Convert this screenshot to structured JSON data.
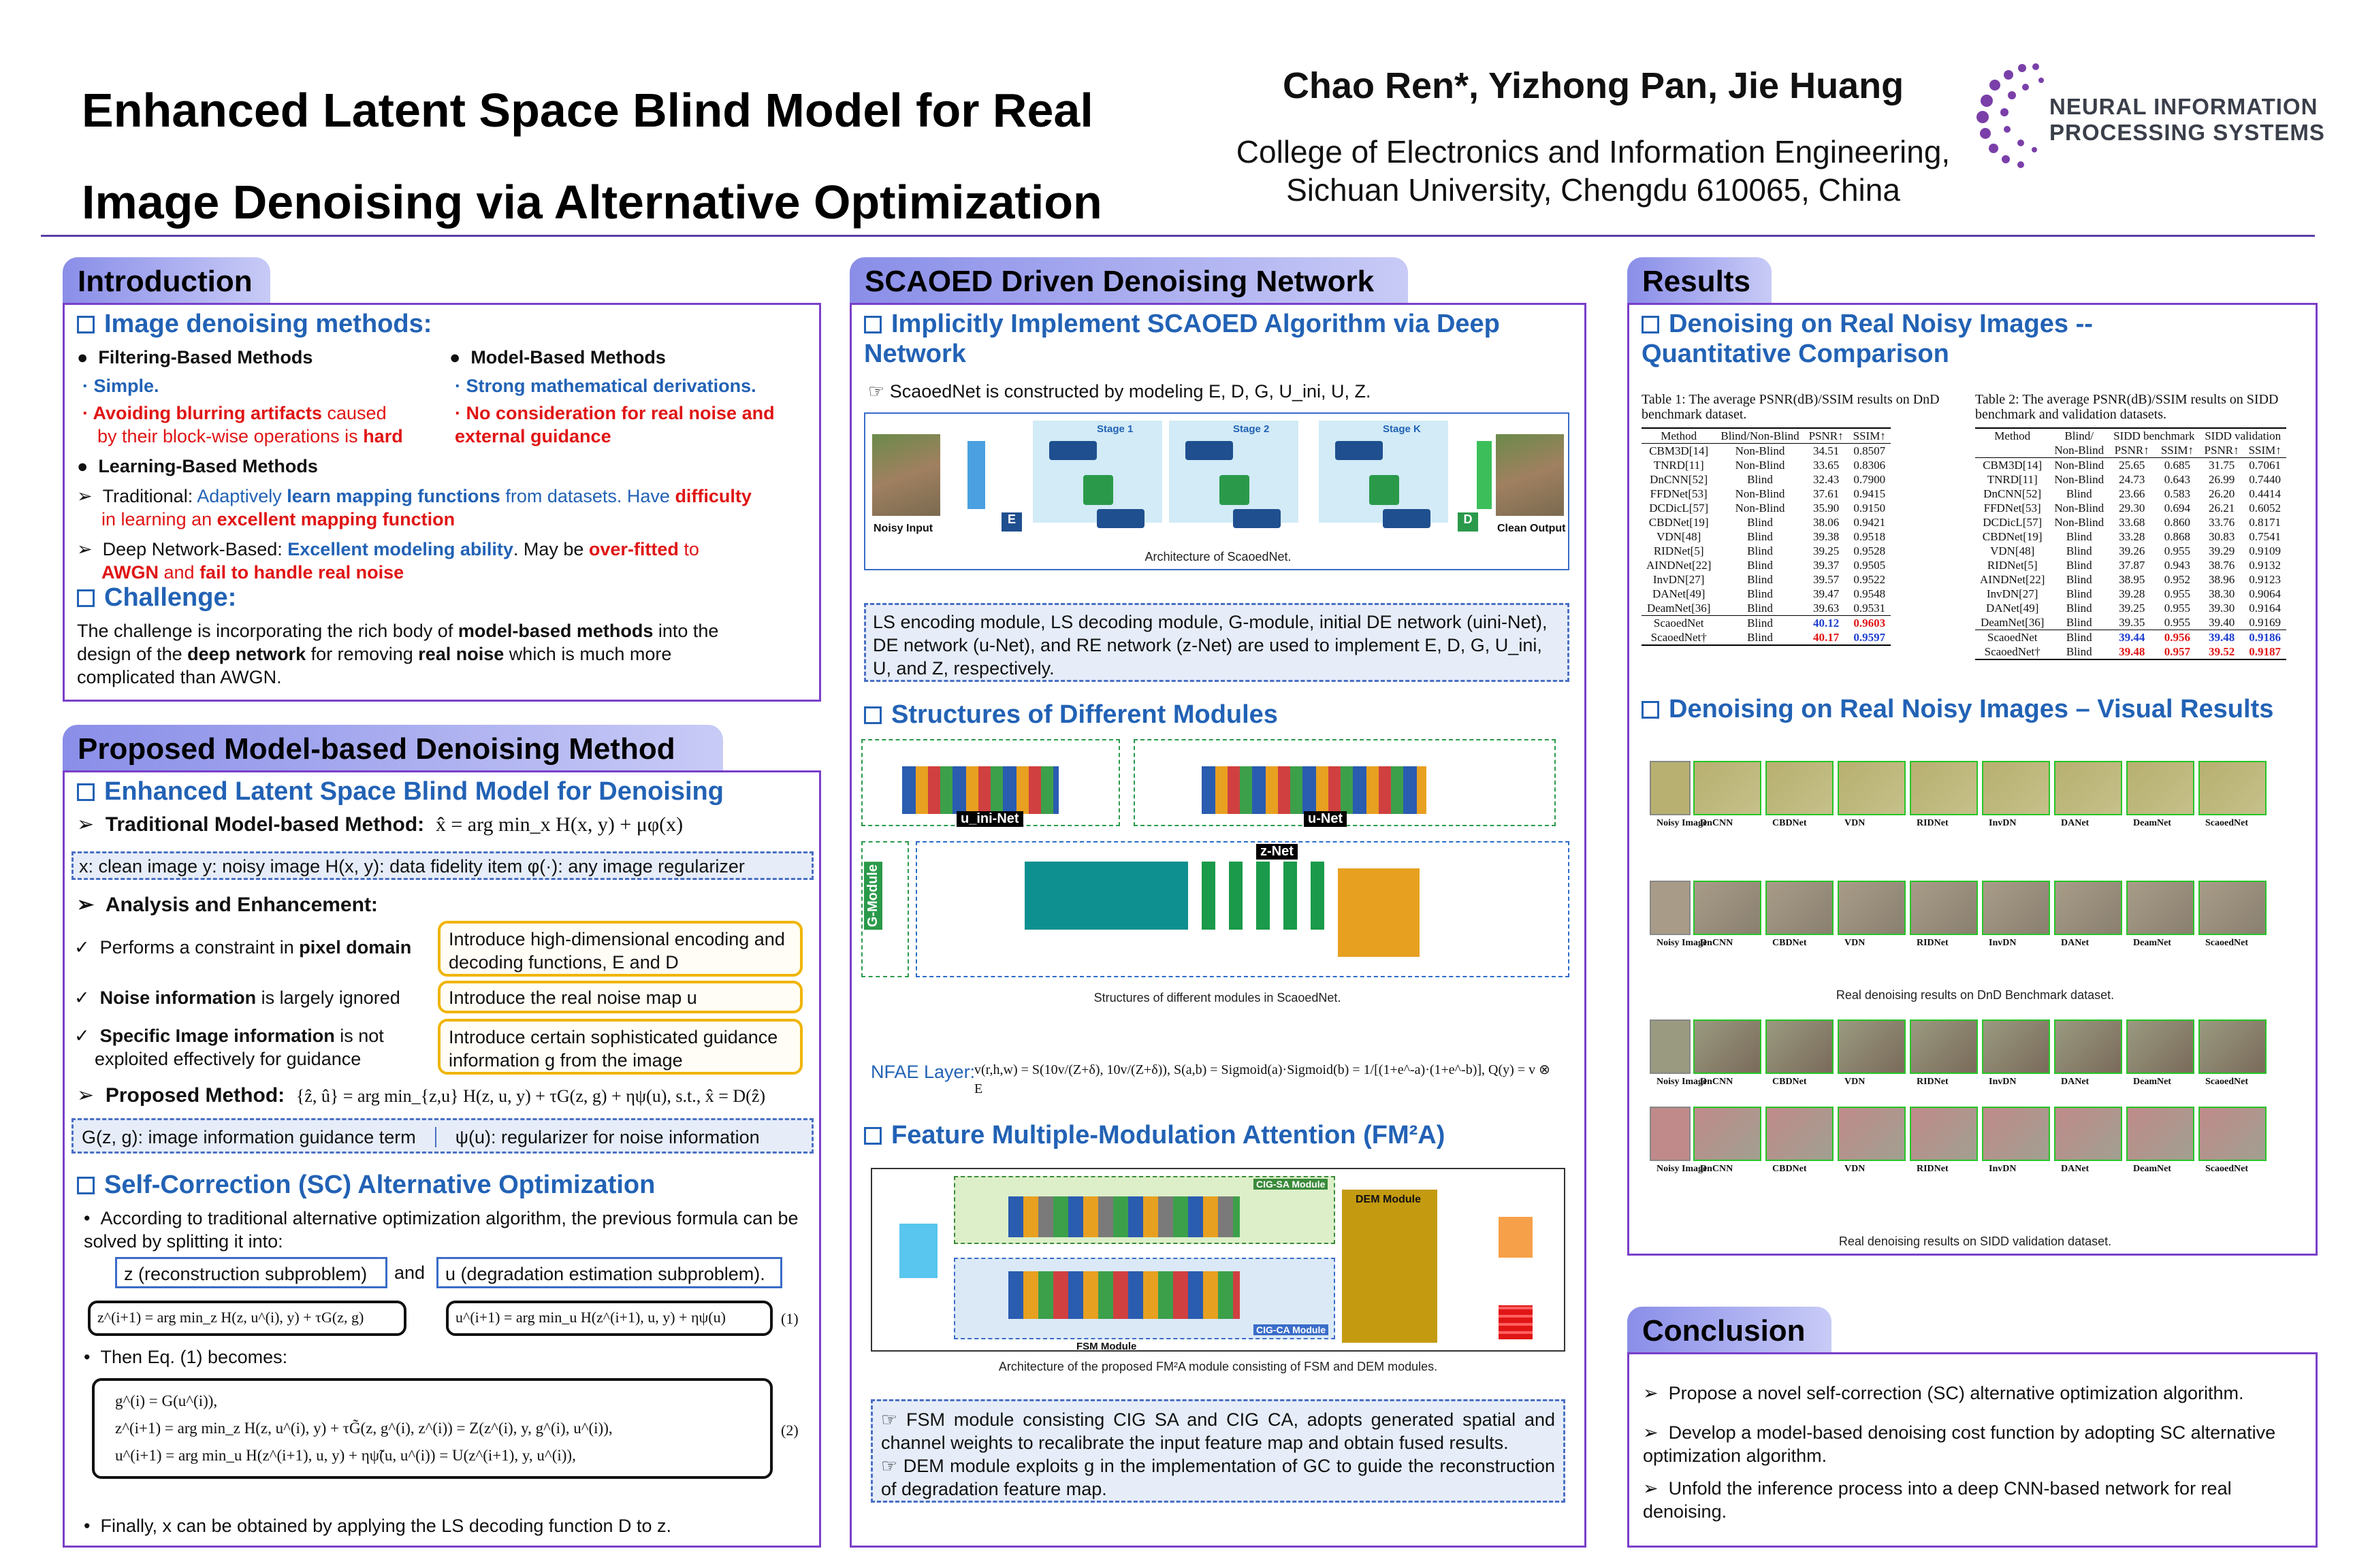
{
  "title": {
    "line1": "Enhanced Latent Space Blind Model for Real",
    "line2": "Image Denoising via Alternative Optimization"
  },
  "authors": "Chao Ren*, Yizhong Pan, Jie Huang",
  "affiliation": {
    "line1": "College of Electronics and Information Engineering,",
    "line2": "Sichuan University, Chengdu 610065, China"
  },
  "logo": {
    "line1": "NEURAL INFORMATION",
    "line2": "PROCESSING SYSTEMS"
  },
  "intro": {
    "tab": "Introduction",
    "h1": "Image denoising methods:",
    "filt": "Filtering-Based Methods",
    "filt_simple": "· Simple.",
    "filt_avoid_a": "· Avoiding blurring artifacts",
    "filt_avoid_b": " caused",
    "filt_avoid_c": "by their block-wise operations",
    "filt_avoid_d": " is ",
    "filt_avoid_e": "hard",
    "model": "Model-Based Methods",
    "model_strong": "· Strong mathematical derivations.",
    "model_no": "· No consideration for real noise and external guidance",
    "learn": "Learning-Based Methods",
    "trad_a": "Traditional: ",
    "trad_b": "Adaptively ",
    "trad_c": "learn mapping functions",
    "trad_d": " from datasets. Have ",
    "trad_e": "difficulty",
    "trad_f": "in learning an ",
    "trad_g": "excellent mapping function",
    "deep_a": "Deep Network-Based: ",
    "deep_b": "Excellent modeling ability",
    "deep_c": ". May be ",
    "deep_d": "over-fitted",
    "deep_e": " to",
    "deep_f": "AWGN",
    "deep_g": " and ",
    "deep_h": "fail to handle real noise",
    "h2": "Challenge:",
    "chal_a": "The challenge is incorporating the rich body of ",
    "chal_b": "model-based methods",
    "chal_c": " into the",
    "chal_d": "design of the ",
    "chal_e": "deep network",
    "chal_f": " for removing ",
    "chal_g": "real noise",
    "chal_h": " which is much more",
    "chal_i": "complicated than AWGN."
  },
  "pmdm": {
    "tab": "Proposed Model-based Denoising Method",
    "h1": "Enhanced Latent Space Blind Model for Denoising",
    "trad": "Traditional Model-based Method:",
    "trad_eq": "x̂ = arg min_x H(x, y) + μφ(x)",
    "defs": "x: clean image  y: noisy image  H(x, y): data fidelity item  φ(·): any image regularizer",
    "analysis": "Analysis and Enhancement:",
    "c1_a": "Performs a constraint in ",
    "c1_b": "pixel domain",
    "c2_a": "Noise information",
    "c2_b": " is largely ignored",
    "c3_a": "Specific Image information",
    "c3_b": " is not",
    "c3_c": "exploited effectively for guidance",
    "o1": "Introduce high-dimensional encoding and decoding functions, E and D",
    "o2": "Introduce the real noise map u",
    "o3": "Introduce certain sophisticated guidance information  g  from the image",
    "prop": "Proposed Method:",
    "prop_eq": "{ẑ, û} = arg min_{z,u} H(z, u, y) + τG(z, g) + ηψ(u), s.t., x̂ = D(ẑ)",
    "def2a": "G(z, g): image information guidance term",
    "def2b": "ψ(u): regularizer for noise information",
    "h2": "Self-Correction (SC) Alternative Optimization",
    "sc1": "According to traditional alternative optimization algorithm, the previous formula can be solved by splitting it into:",
    "sp1": "z (reconstruction subproblem)",
    "and": "and",
    "sp2": "u (degradation estimation subproblem).",
    "eqz": "z^(i+1) = arg min_z H(z, u^(i), y) + τG(z, g)",
    "equ": "u^(i+1) = arg min_u H(z^(i+1), u, y) + ηψ(u)",
    "eqn1": "(1)",
    "then": "Then Eq. (1) becomes:",
    "s1": "g^(i) = G(u^(i)),",
    "s2": "z^(i+1) = arg min_z H(z, u^(i), y) + τG̃(z, g^(i), z^(i)) = Z(z^(i), y, g^(i), u^(i)),",
    "s3": "u^(i+1) = arg min_u H(z^(i+1), u, y) + ηψ̃(u, u^(i)) = U(z^(i+1), y, u^(i)),",
    "eqn2": "(2)",
    "final": "Finally, x can be obtained by applying the LS decoding function D to z."
  },
  "net": {
    "tab": "SCAOED Driven Denoising Network",
    "h1": "Implicitly Implement SCAOED Algorithm via Deep Network",
    "built": "ScaoedNet is constructed by modeling E, D, G, U_ini, U, Z.",
    "arch_cap": "Architecture of ScaoedNet.",
    "noisy": "Noisy Input",
    "clean": "Clean Output",
    "stage1": "Stage 1",
    "stage2": "Stage 2",
    "stagek": "Stage K",
    "desc": "LS encoding module, LS decoding module, G-module, initial DE network (uini-Net), DE network (u-Net), and RE network (z-Net) are used to implement E, D, G, U_ini, U, and Z, respectively.",
    "h2": "Structures of Different Modules",
    "mod_cap": "Structures of different modules in ScaoedNet.",
    "uini": "u_ini-Net",
    "unet": "u-Net",
    "znet": "z-Net",
    "gmod": "G-Module",
    "nfae_label": "NFAE Layer:",
    "nfae_eq": "v(r,h,w) = S(10v/(Z+δ), 10v/(Z+δ)),  S(a,b) = Sigmoid(a)·Sigmoid(b) = 1/[(1+e^-a)·(1+e^-b)],  Q(y) = v ⊗ E",
    "h3": "Feature Multiple-Modulation Attention (FM²A)",
    "fm_cap": "Architecture of the proposed FM²A module consisting of FSM and DEM modules.",
    "fsm": "FSM Module",
    "dem": "DEM Module",
    "cig_sa": "CIG-SA Module",
    "cig_ca": "CIG-CA Module",
    "b1": "☞ FSM module consisting CIG SA and CIG CA, adopts generated spatial and channel weights to recalibrate the input feature map and obtain fused results.",
    "b2": "☞ DEM module exploits g in the implementation of GC to guide the reconstruction of degradation feature map."
  },
  "results": {
    "tab": "Results",
    "h1": "Denoising on Real Noisy Images -- Quantitative Comparison",
    "t1cap": "Table 1: The average PSNR(dB)/SSIM results on DnD benchmark dataset.",
    "t1head": [
      "Method",
      "Blind/Non-Blind",
      "PSNR↑",
      "SSIM↑"
    ],
    "t1rows": [
      [
        "CBM3D[14]",
        "Non-Blind",
        "34.51",
        "0.8507"
      ],
      [
        "TNRD[11]",
        "Non-Blind",
        "33.65",
        "0.8306"
      ],
      [
        "DnCNN[52]",
        "Blind",
        "32.43",
        "0.7900"
      ],
      [
        "FFDNet[53]",
        "Non-Blind",
        "37.61",
        "0.9415"
      ],
      [
        "DCDicL[57]",
        "Non-Blind",
        "35.90",
        "0.9150"
      ],
      [
        "CBDNet[19]",
        "Blind",
        "38.06",
        "0.9421"
      ],
      [
        "VDN[48]",
        "Blind",
        "39.38",
        "0.9518"
      ],
      [
        "RIDNet[5]",
        "Blind",
        "39.25",
        "0.9528"
      ],
      [
        "AINDNet[22]",
        "Blind",
        "39.37",
        "0.9505"
      ],
      [
        "InvDN[27]",
        "Blind",
        "39.57",
        "0.9522"
      ],
      [
        "DANet[49]",
        "Blind",
        "39.47",
        "0.9548"
      ],
      [
        "DeamNet[36]",
        "Blind",
        "39.63",
        "0.9531"
      ]
    ],
    "t1last": [
      [
        "ScaoedNet",
        "Blind",
        "40.12",
        "0.9603"
      ],
      [
        "ScaoedNet†",
        "Blind",
        "40.17",
        "0.9597"
      ]
    ],
    "t2cap": "Table 2: The average PSNR(dB)/SSIM results on SIDD benchmark and validation datasets.",
    "t2head": [
      "Method",
      "Blind/",
      "SIDD benchmark",
      "SIDD validation"
    ],
    "t2sub": [
      "Non-Blind",
      "PSNR↑",
      "SSIM↑",
      "PSNR↑",
      "SSIM↑"
    ],
    "t2rows": [
      [
        "CBM3D[14]",
        "Non-Blind",
        "25.65",
        "0.685",
        "31.75",
        "0.7061"
      ],
      [
        "TNRD[11]",
        "Non-Blind",
        "24.73",
        "0.643",
        "26.99",
        "0.7440"
      ],
      [
        "DnCNN[52]",
        "Blind",
        "23.66",
        "0.583",
        "26.20",
        "0.4414"
      ],
      [
        "FFDNet[53]",
        "Non-Blind",
        "29.30",
        "0.694",
        "26.21",
        "0.6052"
      ],
      [
        "DCDicL[57]",
        "Non-Blind",
        "33.68",
        "0.860",
        "33.76",
        "0.8171"
      ],
      [
        "CBDNet[19]",
        "Blind",
        "33.28",
        "0.868",
        "30.83",
        "0.7541"
      ],
      [
        "VDN[48]",
        "Blind",
        "39.26",
        "0.955",
        "39.29",
        "0.9109"
      ],
      [
        "RIDNet[5]",
        "Blind",
        "37.87",
        "0.943",
        "38.76",
        "0.9132"
      ],
      [
        "AINDNet[22]",
        "Blind",
        "38.95",
        "0.952",
        "38.96",
        "0.9123"
      ],
      [
        "InvDN[27]",
        "Blind",
        "39.28",
        "0.955",
        "38.30",
        "0.9064"
      ],
      [
        "DANet[49]",
        "Blind",
        "39.25",
        "0.955",
        "39.30",
        "0.9164"
      ],
      [
        "DeamNet[36]",
        "Blind",
        "39.35",
        "0.955",
        "39.40",
        "0.9169"
      ]
    ],
    "t2last": [
      [
        "ScaoedNet",
        "Blind",
        "39.44",
        "0.956",
        "39.48",
        "0.9186"
      ],
      [
        "ScaoedNet†",
        "Blind",
        "39.48",
        "0.957",
        "39.52",
        "0.9187"
      ]
    ],
    "h2": "Denoising on Real Noisy Images – Visual Results",
    "labels": [
      "Noisy Image",
      "DnCNN",
      "CBDNet",
      "VDN",
      "RIDNet",
      "InvDN",
      "DANet",
      "DeamNet",
      "ScaoedNet"
    ],
    "cap_dnd": "Real denoising results on DnD Benchmark dataset.",
    "cap_sidd": "Real denoising results on SIDD validation dataset."
  },
  "concl": {
    "tab": "Conclusion",
    "c1": "Propose a novel self-correction (SC) alternative optimization algorithm.",
    "c2": "Develop a model-based denoising cost function by adopting SC alternative optimization algorithm.",
    "c3": "Unfold the inference process into a deep CNN-based network for real denoising."
  },
  "colors": {
    "accent": "#7a3fc9",
    "heading": "#2262b5",
    "red": "#e01515",
    "tab": "#8a8ee8"
  }
}
